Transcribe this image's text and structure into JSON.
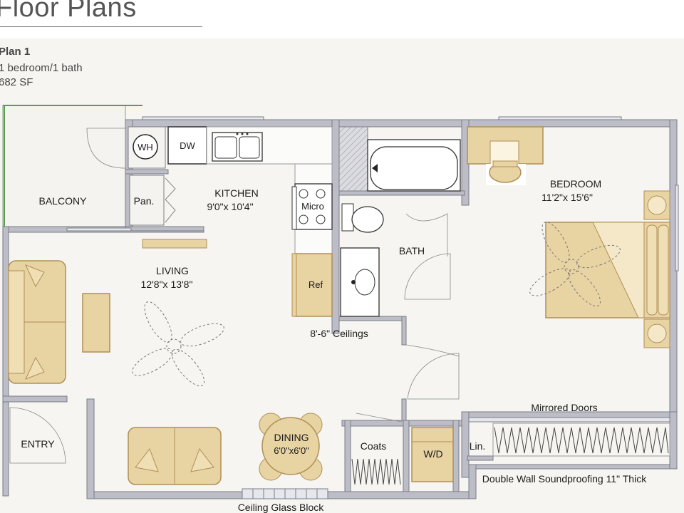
{
  "header": {
    "title": "Floor Plans"
  },
  "plan": {
    "name": "Plan 1",
    "beds_baths": "1 bedroom/1 bath",
    "area": "682 SF"
  },
  "labels": {
    "balcony": "BALCONY",
    "pantry": "Pan.",
    "kitchen": "KITCHEN",
    "kitchen_dims": "9'0\"x 10'4\"",
    "wh": "WH",
    "dw": "DW",
    "micro": "Micro",
    "ref": "Ref",
    "living": "LIVING",
    "living_dims": "12'8\"x 13'8\"",
    "ceilings": "8'-6\" Ceilings",
    "bath": "BATH",
    "bedroom": "BEDROOM",
    "bedroom_dims": "11'2\"x 15'6\"",
    "mirrored_doors": "Mirrored Doors",
    "linen": "Lin.",
    "coats": "Coats",
    "wd": "W/D",
    "dining": "DINING",
    "dining_dims": "6'0\"x6'0\"",
    "entry": "ENTRY",
    "soundproofing": "Double Wall Soundproofing 11\" Thick",
    "glass_block": "Ceiling Glass Block"
  },
  "colors": {
    "furniture": "#e8d3a3",
    "furniture_stroke": "#b08f57",
    "wall": "#b8b9c2",
    "wall_stroke": "#7a7d88"
  }
}
